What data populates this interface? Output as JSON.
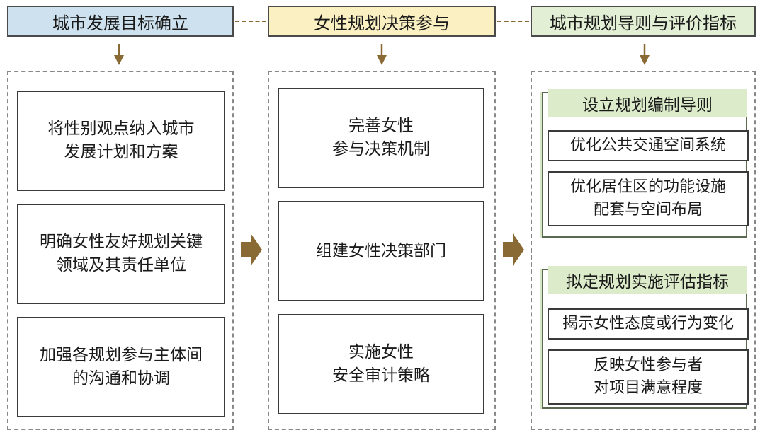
{
  "headers": {
    "goal": "城市发展目标确立",
    "participation": "女性规划决策参与",
    "guidelines": "城市规划导则与评价指标"
  },
  "goal_items": [
    "将性别观点纳入城市\n发展计划和方案",
    "明确女性友好规划关键\n领域及其责任单位",
    "加强各规划参与主体间\n的沟通和协调"
  ],
  "participation_items": [
    "完善女性\n参与决策机制",
    "组建女性决策部门",
    "实施女性\n安全审计策略"
  ],
  "guideline_groups": [
    {
      "title": "设立规划编制导则",
      "items": [
        "优化公共交通空间系统",
        "优化居住区的功能设施\n配套与空间布局"
      ]
    },
    {
      "title": "拟定规划实施评估指标",
      "items": [
        "揭示女性态度或行为变化",
        "反映女性参与者\n对项目满意程度"
      ]
    }
  ],
  "colors": {
    "goal_header": "#cde2ee",
    "participation_header": "#fbf0c2",
    "guidelines_header": "#e3efd5",
    "arrow": "#8a6a34",
    "group_title": "#dcebc9"
  },
  "icons": {
    "down_arrow": "down-arrow-icon",
    "right_arrow": "right-block-arrow-icon"
  }
}
